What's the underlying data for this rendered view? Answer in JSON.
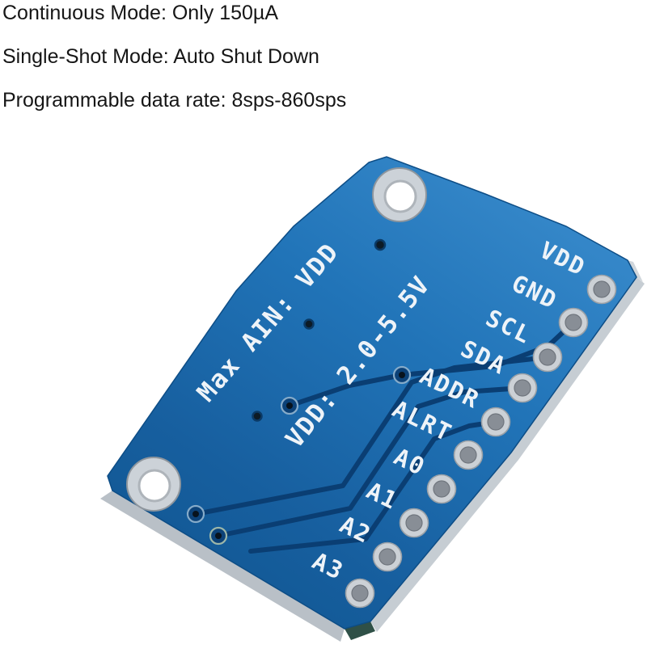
{
  "header": {
    "lines": [
      "Continuous Mode: Only 150µA",
      "Single-Shot Mode: Auto Shut Down",
      "Programmable data rate: 8sps-860sps"
    ]
  },
  "board": {
    "description": "blue ADC breakout PCB, back side, tilted",
    "silkscreen": {
      "max_ain": "Max AIN: VDD",
      "vdd_range": "VDD: 2.0-5.5V"
    },
    "pins": [
      {
        "label": "VDD"
      },
      {
        "label": "GND"
      },
      {
        "label": "SCL"
      },
      {
        "label": "SDA"
      },
      {
        "label": "ADDR"
      },
      {
        "label": "ALRT"
      },
      {
        "label": "A0"
      },
      {
        "label": "A1"
      },
      {
        "label": "A2"
      },
      {
        "label": "A3"
      }
    ],
    "colors": {
      "pcb_light": "#3a8ccd",
      "pcb_main": "#1e6cad",
      "pcb_dark": "#0f5590",
      "trace": "#0a3e73",
      "silkscreen": "#eef3f8",
      "pad_ring": "#ccd1d6",
      "pad_hole": "#888e96",
      "board_side": "#c0c7cd",
      "text": "#161616",
      "background": "#ffffff"
    }
  }
}
